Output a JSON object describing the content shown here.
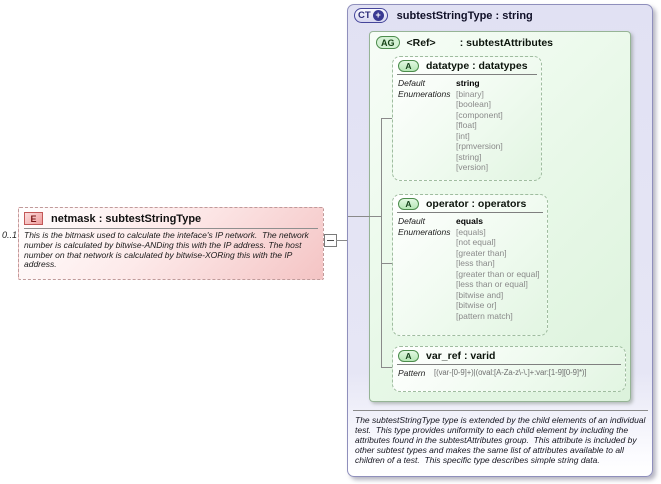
{
  "colors": {
    "element_fill": "#f4c4c4",
    "complex_type_fill": "#e1e1f3",
    "attribute_group_fill": "#e7f8e7",
    "connector": "#8a8a8a"
  },
  "element": {
    "cardinality": "0..1",
    "badge": "E",
    "title": "netmask : subtestStringType",
    "description": "This is the bitmask used to calculate the inteface's IP network.  The network number is calculated by bitwise-ANDing this with the IP address. The host number on that network is calculated by bitwise-XORing this with the IP address."
  },
  "ct": {
    "badge": "CT",
    "expand_symbol": "+",
    "title": "subtestStringType : string",
    "annotation": "The subtestStringType type is extended by the child elements of an individual test.  This type provides uniformity to each child element by including the attributes found in the subtestAttributes group.  This attribute is included by other subtest types and makes the same list of attributes available to all children of a test.  This specific type describes simple string data.",
    "ag": {
      "badge": "AG",
      "ref": "<Ref>",
      "title": ": subtestAttributes",
      "attrs": [
        {
          "badge": "A",
          "name": "datatype : datatypes",
          "default_label": "Default",
          "default_value": "string",
          "enums_label": "Enumerations",
          "enums": [
            "[binary]",
            "[boolean]",
            "[component]",
            "[float]",
            "[int]",
            "[rpmversion]",
            "[string]",
            "[version]"
          ]
        },
        {
          "badge": "A",
          "name": "operator : operators",
          "default_label": "Default",
          "default_value": "equals",
          "enums_label": "Enumerations",
          "enums": [
            "[equals]",
            "[not equal]",
            "[greater than]",
            "[less than]",
            "[greater than or equal]",
            "[less than or equal]",
            "[bitwise and]",
            "[bitwise or]",
            "[pattern match]"
          ]
        },
        {
          "badge": "A",
          "name": "var_ref : varid",
          "pattern_label": "Pattern",
          "pattern_value": "[(var-[0-9]+)|(oval:[A-Za-z\\-\\.]+:var:[1-9][0-9]*)]"
        }
      ]
    }
  }
}
